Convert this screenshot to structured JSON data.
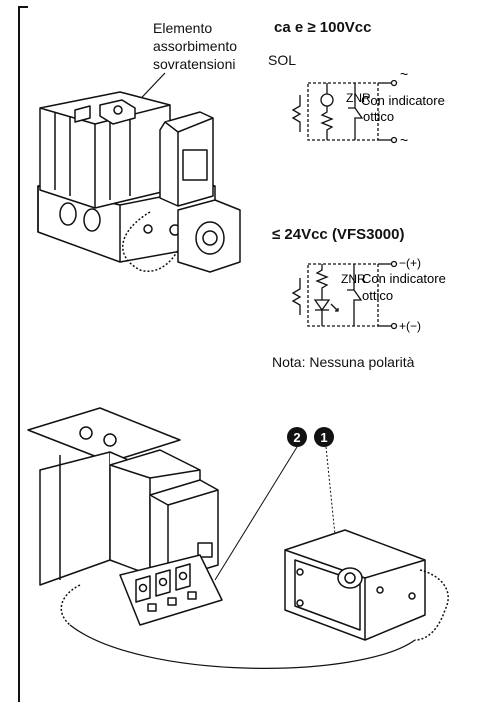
{
  "labels": {
    "surge_label_lines": [
      "Elemento",
      "assorbimento",
      "sovratensioni"
    ],
    "ac_heading": "ca e ≥ 100Vcc",
    "sol_label": "SOL",
    "znr": "ZNR",
    "indicator_lines": [
      "Con indicatore",
      "ottico"
    ],
    "ac_terminal": "~",
    "dc_heading": "≤ 24Vcc (VFS3000)",
    "dc_terminal_top": "−(+)",
    "dc_terminal_bottom": "+(−)",
    "polarity_note": "Nota: Nessuna polarità",
    "callout_2": "2",
    "callout_1": "1"
  }
}
